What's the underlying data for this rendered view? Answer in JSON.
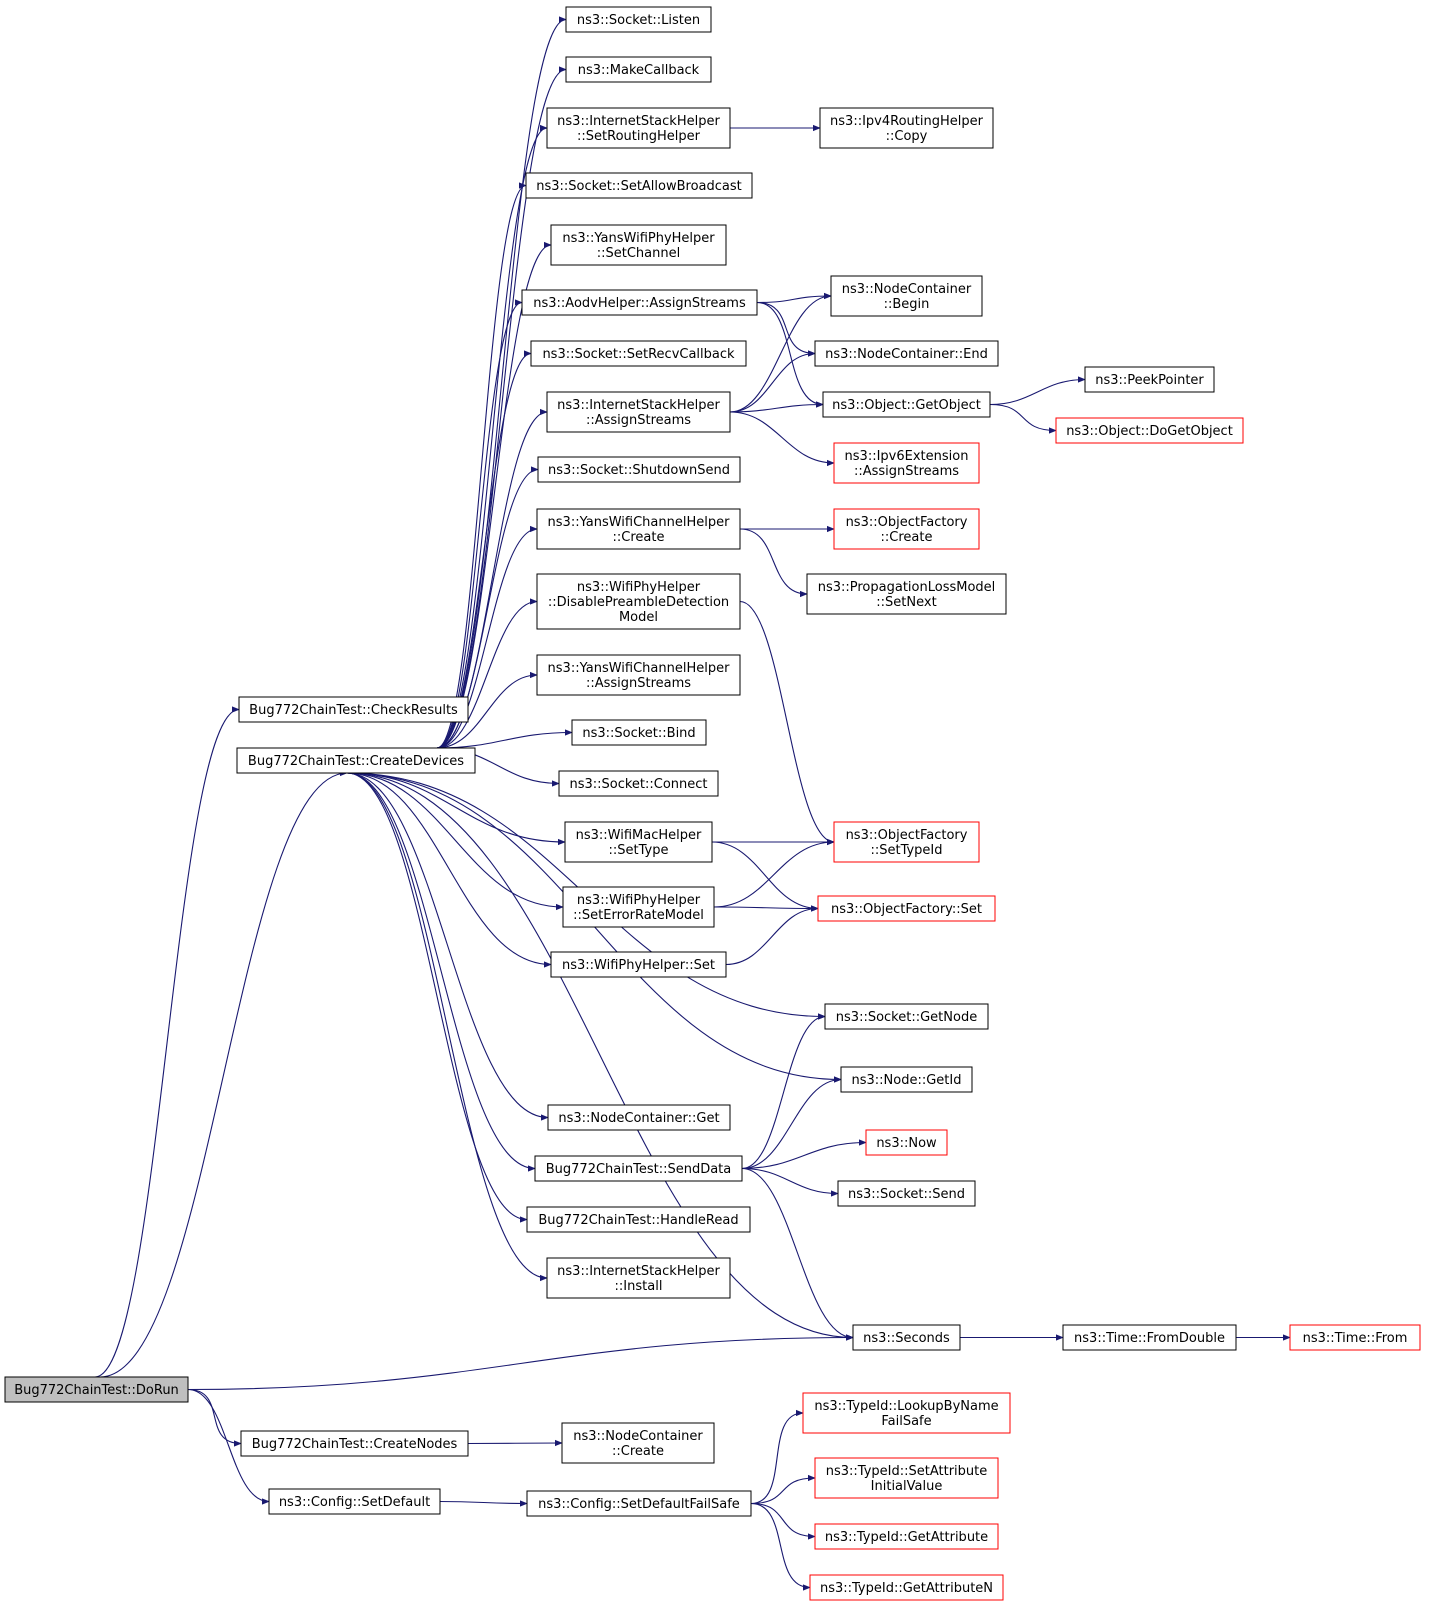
{
  "colors": {
    "edge": "#191970",
    "node_border": "#000000",
    "node_border_incomplete": "#ff0000",
    "root_fill": "#bfbfbf"
  },
  "nodes": [
    {
      "id": "dorun",
      "lines": [
        "Bug772ChainTest::DoRun"
      ],
      "style": "root"
    },
    {
      "id": "checkresults",
      "lines": [
        "Bug772ChainTest::CheckResults"
      ],
      "style": "normal"
    },
    {
      "id": "createdevices",
      "lines": [
        "Bug772ChainTest::CreateDevices"
      ],
      "style": "normal"
    },
    {
      "id": "createnodes",
      "lines": [
        "Bug772ChainTest::CreateNodes"
      ],
      "style": "normal"
    },
    {
      "id": "setdefault",
      "lines": [
        "ns3::Config::SetDefault"
      ],
      "style": "normal"
    },
    {
      "id": "listen",
      "lines": [
        "ns3::Socket::Listen"
      ],
      "style": "normal"
    },
    {
      "id": "makecallback",
      "lines": [
        "ns3::MakeCallback"
      ],
      "style": "normal"
    },
    {
      "id": "setroutinghelper",
      "lines": [
        "ns3::InternetStackHelper",
        "::SetRoutingHelper"
      ],
      "style": "normal"
    },
    {
      "id": "setallowbroadcast",
      "lines": [
        "ns3::Socket::SetAllowBroadcast"
      ],
      "style": "normal"
    },
    {
      "id": "yanssetchannel",
      "lines": [
        "ns3::YansWifiPhyHelper",
        "::SetChannel"
      ],
      "style": "normal"
    },
    {
      "id": "aodvassign",
      "lines": [
        "ns3::AodvHelper::AssignStreams"
      ],
      "style": "normal"
    },
    {
      "id": "setrecvcallback",
      "lines": [
        "ns3::Socket::SetRecvCallback"
      ],
      "style": "normal"
    },
    {
      "id": "inetassign",
      "lines": [
        "ns3::InternetStackHelper",
        "::AssignStreams"
      ],
      "style": "normal"
    },
    {
      "id": "shutdownsend",
      "lines": [
        "ns3::Socket::ShutdownSend"
      ],
      "style": "normal"
    },
    {
      "id": "ywchcreate",
      "lines": [
        "ns3::YansWifiChannelHelper",
        "::Create"
      ],
      "style": "normal"
    },
    {
      "id": "disablepreamble",
      "lines": [
        "ns3::WifiPhyHelper",
        "::DisablePreambleDetection",
        "Model"
      ],
      "style": "normal"
    },
    {
      "id": "ywchassign",
      "lines": [
        "ns3::YansWifiChannelHelper",
        "::AssignStreams"
      ],
      "style": "normal"
    },
    {
      "id": "bind",
      "lines": [
        "ns3::Socket::Bind"
      ],
      "style": "normal"
    },
    {
      "id": "connect",
      "lines": [
        "ns3::Socket::Connect"
      ],
      "style": "normal"
    },
    {
      "id": "macsettype",
      "lines": [
        "ns3::WifiMacHelper",
        "::SetType"
      ],
      "style": "normal"
    },
    {
      "id": "seterrorrate",
      "lines": [
        "ns3::WifiPhyHelper",
        "::SetErrorRateModel"
      ],
      "style": "normal"
    },
    {
      "id": "physet",
      "lines": [
        "ns3::WifiPhyHelper::Set"
      ],
      "style": "normal"
    },
    {
      "id": "ncget",
      "lines": [
        "ns3::NodeContainer::Get"
      ],
      "style": "normal"
    },
    {
      "id": "senddata",
      "lines": [
        "Bug772ChainTest::SendData"
      ],
      "style": "normal"
    },
    {
      "id": "handleread",
      "lines": [
        "Bug772ChainTest::HandleRead"
      ],
      "style": "normal"
    },
    {
      "id": "inetinstall",
      "lines": [
        "ns3::InternetStackHelper",
        "::Install"
      ],
      "style": "normal"
    },
    {
      "id": "nccreate",
      "lines": [
        "ns3::NodeContainer",
        "::Create"
      ],
      "style": "normal"
    },
    {
      "id": "setdefaultfailsafe",
      "lines": [
        "ns3::Config::SetDefaultFailSafe"
      ],
      "style": "normal"
    },
    {
      "id": "ipv4copy",
      "lines": [
        "ns3::Ipv4RoutingHelper",
        "::Copy"
      ],
      "style": "normal"
    },
    {
      "id": "ncbegin",
      "lines": [
        "ns3::NodeContainer",
        "::Begin"
      ],
      "style": "normal"
    },
    {
      "id": "ncend",
      "lines": [
        "ns3::NodeContainer::End"
      ],
      "style": "normal"
    },
    {
      "id": "getobject",
      "lines": [
        "ns3::Object::GetObject"
      ],
      "style": "normal"
    },
    {
      "id": "ipv6ext",
      "lines": [
        "ns3::Ipv6Extension",
        "::AssignStreams"
      ],
      "style": "incomplete"
    },
    {
      "id": "ofcreate",
      "lines": [
        "ns3::ObjectFactory",
        "::Create"
      ],
      "style": "incomplete"
    },
    {
      "id": "plmsetnext",
      "lines": [
        "ns3::PropagationLossModel",
        "::SetNext"
      ],
      "style": "normal"
    },
    {
      "id": "ofsettypeid",
      "lines": [
        "ns3::ObjectFactory",
        "::SetTypeId"
      ],
      "style": "incomplete"
    },
    {
      "id": "ofset",
      "lines": [
        "ns3::ObjectFactory::Set"
      ],
      "style": "incomplete"
    },
    {
      "id": "getnode",
      "lines": [
        "ns3::Socket::GetNode"
      ],
      "style": "normal"
    },
    {
      "id": "getid",
      "lines": [
        "ns3::Node::GetId"
      ],
      "style": "normal"
    },
    {
      "id": "now",
      "lines": [
        "ns3::Now"
      ],
      "style": "incomplete"
    },
    {
      "id": "socketsend",
      "lines": [
        "ns3::Socket::Send"
      ],
      "style": "normal"
    },
    {
      "id": "seconds",
      "lines": [
        "ns3::Seconds"
      ],
      "style": "normal"
    },
    {
      "id": "lookupbyname",
      "lines": [
        "ns3::TypeId::LookupByName",
        "FailSafe"
      ],
      "style": "incomplete"
    },
    {
      "id": "setattrinit",
      "lines": [
        "ns3::TypeId::SetAttribute",
        "InitialValue"
      ],
      "style": "incomplete"
    },
    {
      "id": "getattribute",
      "lines": [
        "ns3::TypeId::GetAttribute"
      ],
      "style": "incomplete"
    },
    {
      "id": "getattributen",
      "lines": [
        "ns3::TypeId::GetAttributeN"
      ],
      "style": "incomplete"
    },
    {
      "id": "peekpointer",
      "lines": [
        "ns3::PeekPointer"
      ],
      "style": "normal"
    },
    {
      "id": "dogetobject",
      "lines": [
        "ns3::Object::DoGetObject"
      ],
      "style": "incomplete"
    },
    {
      "id": "fromdouble",
      "lines": [
        "ns3::Time::FromDouble"
      ],
      "style": "normal"
    },
    {
      "id": "timefrom",
      "lines": [
        "ns3::Time::From"
      ],
      "style": "incomplete"
    }
  ],
  "edges": [
    [
      "dorun",
      "checkresults"
    ],
    [
      "dorun",
      "createdevices"
    ],
    [
      "dorun",
      "seconds"
    ],
    [
      "dorun",
      "createnodes"
    ],
    [
      "dorun",
      "setdefault"
    ],
    [
      "createdevices",
      "listen"
    ],
    [
      "createdevices",
      "makecallback"
    ],
    [
      "createdevices",
      "setroutinghelper"
    ],
    [
      "createdevices",
      "setallowbroadcast"
    ],
    [
      "createdevices",
      "yanssetchannel"
    ],
    [
      "createdevices",
      "aodvassign"
    ],
    [
      "createdevices",
      "setrecvcallback"
    ],
    [
      "createdevices",
      "inetassign"
    ],
    [
      "createdevices",
      "shutdownsend"
    ],
    [
      "createdevices",
      "ywchcreate"
    ],
    [
      "createdevices",
      "disablepreamble"
    ],
    [
      "createdevices",
      "ywchassign"
    ],
    [
      "createdevices",
      "bind"
    ],
    [
      "createdevices",
      "connect"
    ],
    [
      "createdevices",
      "macsettype"
    ],
    [
      "createdevices",
      "seterrorrate"
    ],
    [
      "createdevices",
      "physet"
    ],
    [
      "createdevices",
      "getnode"
    ],
    [
      "createdevices",
      "getid"
    ],
    [
      "createdevices",
      "ncget"
    ],
    [
      "createdevices",
      "senddata"
    ],
    [
      "createdevices",
      "handleread"
    ],
    [
      "createdevices",
      "inetinstall"
    ],
    [
      "createdevices",
      "seconds"
    ],
    [
      "setroutinghelper",
      "ipv4copy"
    ],
    [
      "aodvassign",
      "ncbegin"
    ],
    [
      "aodvassign",
      "ncend"
    ],
    [
      "aodvassign",
      "getobject"
    ],
    [
      "inetassign",
      "ncbegin"
    ],
    [
      "inetassign",
      "ncend"
    ],
    [
      "inetassign",
      "getobject"
    ],
    [
      "inetassign",
      "ipv6ext"
    ],
    [
      "getobject",
      "peekpointer"
    ],
    [
      "getobject",
      "dogetobject"
    ],
    [
      "ywchcreate",
      "ofcreate"
    ],
    [
      "ywchcreate",
      "plmsetnext"
    ],
    [
      "disablepreamble",
      "ofsettypeid"
    ],
    [
      "macsettype",
      "ofsettypeid"
    ],
    [
      "macsettype",
      "ofset"
    ],
    [
      "seterrorrate",
      "ofsettypeid"
    ],
    [
      "seterrorrate",
      "ofset"
    ],
    [
      "physet",
      "ofset"
    ],
    [
      "senddata",
      "getnode"
    ],
    [
      "senddata",
      "getid"
    ],
    [
      "senddata",
      "now"
    ],
    [
      "senddata",
      "socketsend"
    ],
    [
      "senddata",
      "seconds"
    ],
    [
      "seconds",
      "fromdouble"
    ],
    [
      "fromdouble",
      "timefrom"
    ],
    [
      "createnodes",
      "nccreate"
    ],
    [
      "setdefault",
      "setdefaultfailsafe"
    ],
    [
      "setdefaultfailsafe",
      "lookupbyname"
    ],
    [
      "setdefaultfailsafe",
      "setattrinit"
    ],
    [
      "setdefaultfailsafe",
      "getattribute"
    ],
    [
      "setdefaultfailsafe",
      "getattributen"
    ]
  ]
}
